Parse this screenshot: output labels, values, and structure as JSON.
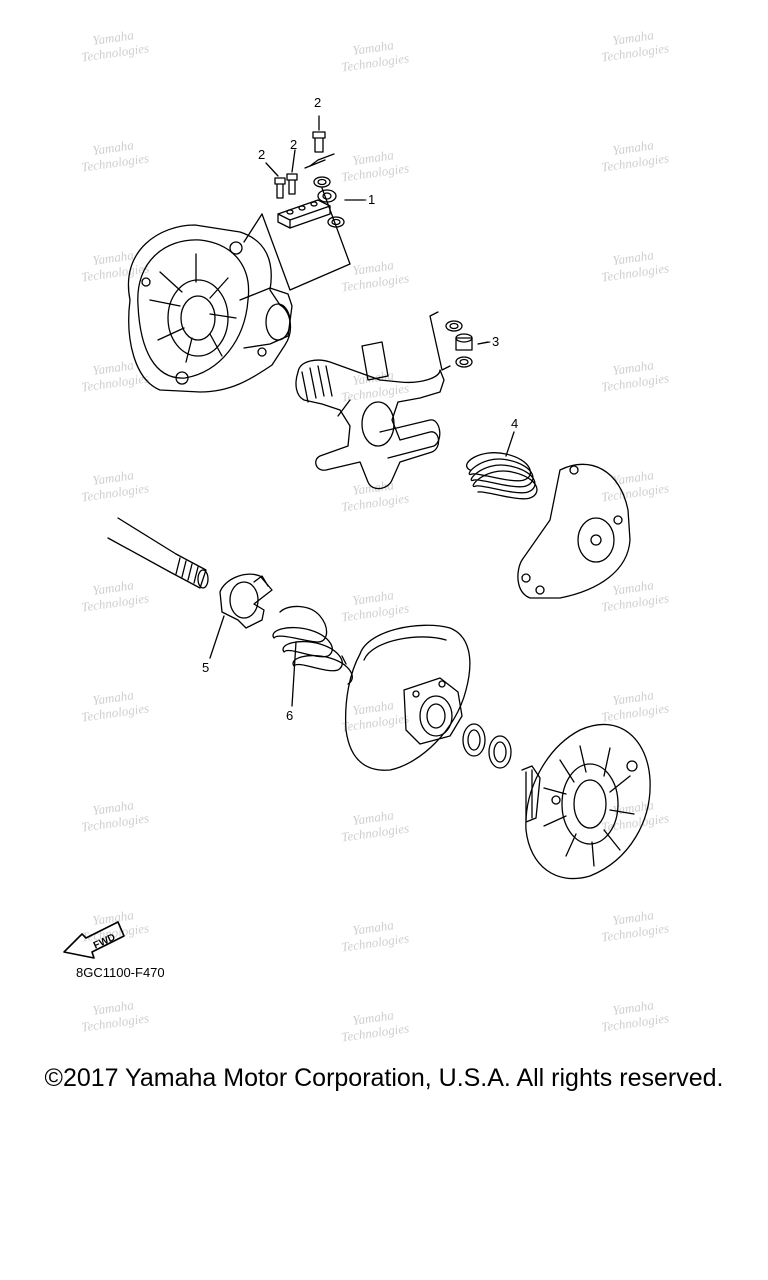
{
  "watermark": {
    "line1": "Yamaha",
    "line2": "Technologies"
  },
  "callouts": [
    "2",
    "2",
    "2",
    "1",
    "3",
    "4",
    "5",
    "6"
  ],
  "fwd_label": "FWD",
  "diagram_code": "8GC1100-F470",
  "copyright": "©2017 Yamaha Motor Corporation, U.S.A. All rights reserved."
}
